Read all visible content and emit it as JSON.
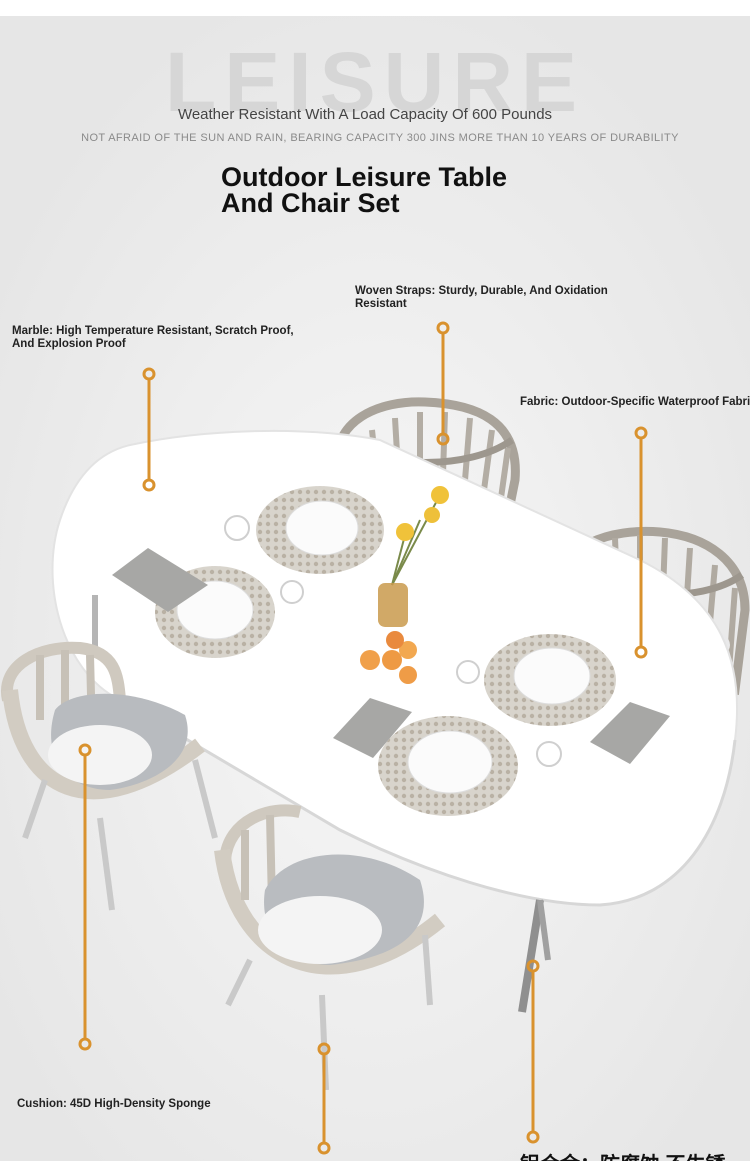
{
  "header": {
    "watermark": "LEISURE",
    "subtitle": "Weather Resistant With A Load Capacity Of 600 Pounds",
    "subtitle2": "NOT AFRAID OF THE SUN AND RAIN, BEARING CAPACITY 300 JINS MORE THAN 10 YEARS OF DURABILITY",
    "title_line1": "Outdoor Leisure Table",
    "title_line2": "And Chair Set"
  },
  "callouts": {
    "woven_line1": "Woven Straps: Sturdy, Durable, And Oxidation",
    "woven_line2": "Resistant",
    "marble_line1": "Marble: High Temperature Resistant, Scratch Proof,",
    "marble_line2": "And Explosion Proof",
    "fabric": "Fabric: Outdoor-Specific Waterproof Fabric",
    "cushion": "Cushion: 45D High-Density Sponge"
  },
  "footer_partial": "铝合金：防腐蚀 不生锈",
  "colors": {
    "accent": "#d9922e",
    "background": "#ececec",
    "table_top": "#ffffff",
    "rope": "#c9c3ba",
    "cushion": "#b9bcc0"
  }
}
